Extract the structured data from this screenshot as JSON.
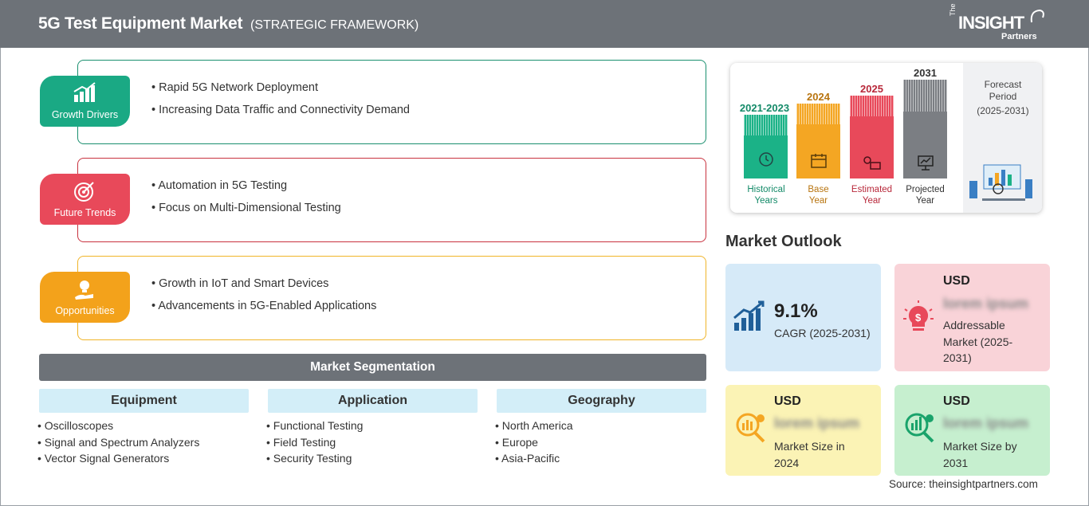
{
  "header": {
    "title": "5G Test Equipment Market",
    "subtitle": "(STRATEGIC FRAMEWORK)",
    "logo_the": "The",
    "logo_insight": "INSIGHT",
    "logo_partners": "Partners"
  },
  "framework": [
    {
      "badge": "Growth Drivers",
      "color": "#1aa984",
      "border": "#1a8f6f",
      "icon": "growth-chart-icon",
      "bullets": [
        "Rapid 5G Network Deployment",
        "Increasing Data Traffic and Connectivity Demand"
      ]
    },
    {
      "badge": "Future Trends",
      "color": "#e8495a",
      "border": "#c8323f",
      "icon": "target-icon",
      "bullets": [
        "Automation in 5G Testing",
        "Focus on Multi-Dimensional Testing"
      ]
    },
    {
      "badge": "Opportunities",
      "color": "#f3a21b",
      "border": "#f0b429",
      "icon": "lightbulb-hand-icon",
      "bullets": [
        "Growth in IoT and Smart Devices",
        "Advancements in 5G-Enabled Applications"
      ]
    }
  ],
  "segmentation": {
    "title": "Market Segmentation",
    "columns": [
      {
        "heading": "Equipment",
        "items": [
          "Oscilloscopes",
          "Signal and Spectrum Analyzers",
          "Vector Signal Generators"
        ]
      },
      {
        "heading": "Application",
        "items": [
          "Functional Testing",
          "Field Testing",
          "Security Testing"
        ]
      },
      {
        "heading": "Geography",
        "items": [
          "North America",
          "Europe",
          "Asia-Pacific"
        ]
      }
    ]
  },
  "timeline": {
    "bars": [
      {
        "year": "2021-2023",
        "label1": "Historical",
        "label2": "Years",
        "color": "#1bb287",
        "text_color": "#138a68"
      },
      {
        "year": "2024",
        "label1": "Base",
        "label2": "Year",
        "color": "#f4a623",
        "text_color": "#b8740f"
      },
      {
        "year": "2025",
        "label1": "Estimated",
        "label2": "Year",
        "color": "#e8495a",
        "text_color": "#b8283a"
      },
      {
        "year": "2031",
        "label1": "Projected",
        "label2": "Year",
        "color": "#7b7e83",
        "text_color": "#333333"
      }
    ],
    "forecast_label1": "Forecast",
    "forecast_label2": "Period",
    "forecast_range": "(2025-2031)"
  },
  "outlook": {
    "title": "Market Outlook",
    "cagr_value": "9.1%",
    "cagr_label": "CAGR (2025-2031)",
    "addressable_usd": "USD",
    "addressable_blur": "lorem ipsum",
    "addressable_label": "Addressable Market (2025-2031)",
    "size2024_usd": "USD",
    "size2024_blur": "lorem ipsum",
    "size2024_label": "Market Size in 2024",
    "size2031_usd": "USD",
    "size2031_blur": "lorem ipsum",
    "size2031_label": "Market Size by 2031"
  },
  "source": "Source: theinsightpartners.com"
}
